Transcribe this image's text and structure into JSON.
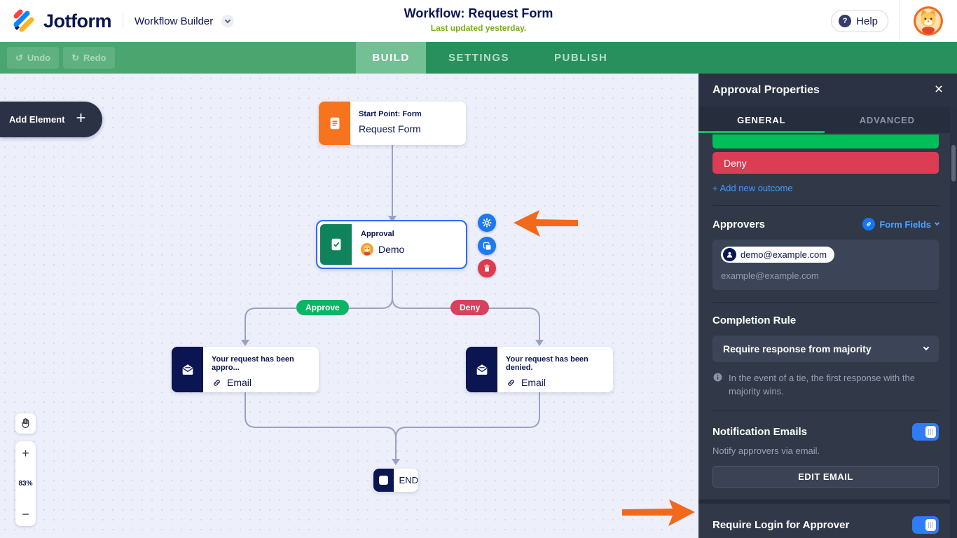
{
  "header": {
    "brand": "Jotform",
    "product": "Workflow Builder",
    "title": "Workflow: Request Form",
    "subtitle": "Last updated yesterday.",
    "help": "Help"
  },
  "toolbar": {
    "undo": "Undo",
    "redo": "Redo",
    "tabs": [
      {
        "label": "BUILD",
        "active": true
      },
      {
        "label": "SETTINGS",
        "active": false
      },
      {
        "label": "PUBLISH",
        "active": false
      }
    ]
  },
  "canvas": {
    "add_element": "Add Element",
    "zoom_level": "83%",
    "nodes": {
      "start": {
        "kind": "Start Point: Form",
        "name": "Request Form"
      },
      "approval": {
        "kind": "Approval",
        "name": "Demo"
      },
      "email_approved": {
        "title": "Your request has been appro...",
        "kind": "Email"
      },
      "email_denied": {
        "title": "Your request has been denied.",
        "kind": "Email"
      },
      "end": {
        "label": "END"
      }
    },
    "branch_labels": {
      "approve": "Approve",
      "deny": "Deny"
    }
  },
  "panel": {
    "title": "Approval Properties",
    "tabs": [
      {
        "label": "GENERAL",
        "active": true
      },
      {
        "label": "ADVANCED",
        "active": false
      }
    ],
    "outcomes": {
      "deny": "Deny",
      "add_new": "+ Add new outcome"
    },
    "approvers": {
      "heading": "Approvers",
      "form_fields": "Form Fields",
      "chip": "demo@example.com",
      "placeholder": "example@example.com"
    },
    "completion_rule": {
      "heading": "Completion Rule",
      "selected": "Require response from majority",
      "info": "In the event of a tie, the first response with the majority wins."
    },
    "notification_emails": {
      "heading": "Notification Emails",
      "subtitle": "Notify approvers via email.",
      "button": "EDIT EMAIL",
      "enabled": true
    },
    "require_login": {
      "heading": "Require Login for Approver",
      "enabled": true
    }
  },
  "icons": [
    "jotform-logo",
    "chevron-down-icon",
    "question-icon",
    "avatar-cat",
    "undo-icon",
    "redo-icon",
    "plus-icon",
    "form-icon",
    "approval-icon",
    "email-icon",
    "link-icon",
    "gear-icon",
    "copy-icon",
    "trash-icon",
    "hand-icon",
    "zoom-in-icon",
    "zoom-out-icon",
    "close-icon",
    "user-icon",
    "info-icon",
    "orange-arrow"
  ],
  "colors": {
    "navy": "#0a1551",
    "toolbar_green": "#28905d",
    "toolbar_green_light": "#4aa56f",
    "tab_active_green": "#74c095",
    "lime_green": "#74b112",
    "panel_bg": "#313948",
    "accent_blue": "#2e7cf7",
    "link_blue": "#3f9eff",
    "success_green": "#00bf58",
    "danger_red": "#dc3d55",
    "badge_green": "#0ab563",
    "badge_red": "#d8405c",
    "start_orange": "#f7731e",
    "approval_green": "#10825c",
    "connector": "#9aa1c7",
    "canvas_bg": "#edeffa",
    "arrow_orange": "#f2691c"
  }
}
